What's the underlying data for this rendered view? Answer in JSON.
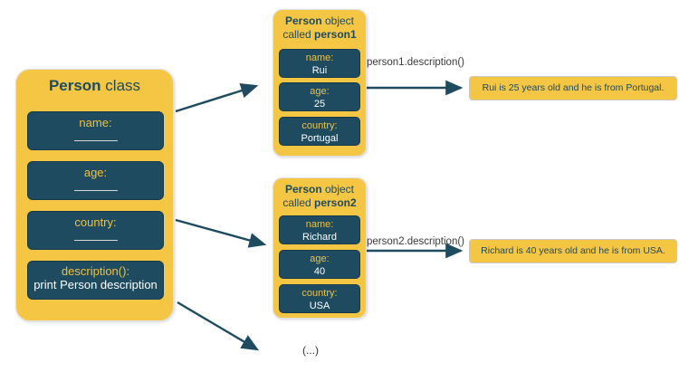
{
  "colors": {
    "gold": "#F5C544",
    "teal": "#1E4B5F",
    "label_yellow": "#F0C140",
    "white_text": "#FFFFFF",
    "annotation_text": "#3A3A3A"
  },
  "class_box": {
    "title_bold": "Person",
    "title_rest": " class",
    "attributes": [
      {
        "label": "name:"
      },
      {
        "label": "age:"
      },
      {
        "label": "country:"
      }
    ],
    "method": {
      "signature": "description():",
      "body": "print Person description"
    }
  },
  "objects": [
    {
      "title_bold": "Person",
      "title_rest": " object",
      "called_pre": "called ",
      "called_name": "person1",
      "fields": [
        {
          "label": "name:",
          "value": "Rui"
        },
        {
          "label": "age:",
          "value": "25"
        },
        {
          "label": "country:",
          "value": "Portugal"
        }
      ],
      "call_label": "person1.description()",
      "output": "Rui is 25 years old and he is from Portugal."
    },
    {
      "title_bold": "Person",
      "title_rest": " object",
      "called_pre": "called ",
      "called_name": "person2",
      "fields": [
        {
          "label": "name:",
          "value": "Richard"
        },
        {
          "label": "age:",
          "value": "40"
        },
        {
          "label": "country:",
          "value": "USA"
        }
      ],
      "call_label": "person2.description()",
      "output": "Richard is 40 years old and he is from USA."
    }
  ],
  "ellipsis": "(...)"
}
